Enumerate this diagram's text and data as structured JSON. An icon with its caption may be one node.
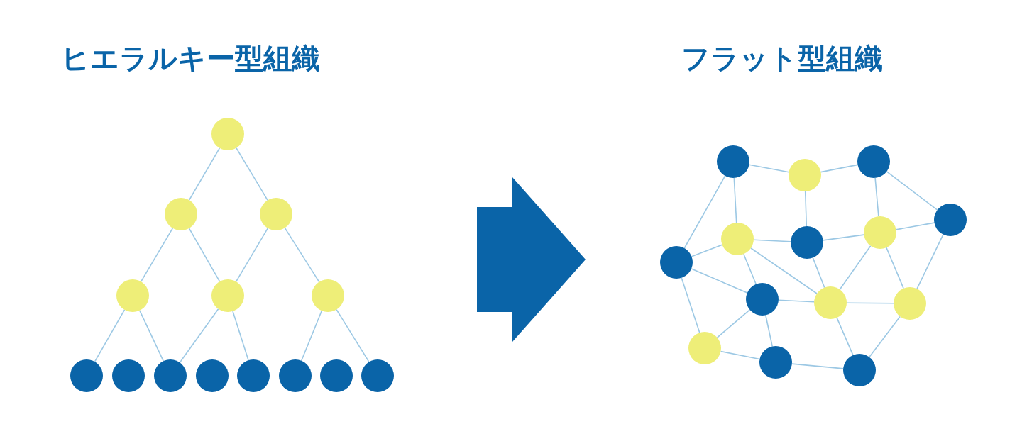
{
  "diagram": {
    "nodes": [
      {
        "text": [],
        "shape": "circle"
      },
      {
        "text": [],
        "shape": "circle"
      },
      {
        "text": [],
        "shape": "circle"
      },
      {
        "text": [],
        "shape": "circle"
      },
      {
        "text": [],
        "shape": "circle"
      },
      {
        "text": [],
        "shape": "circle"
      },
      {
        "text": [],
        "shape": "circle"
      },
      {
        "text": [],
        "shape": "circle"
      },
      {
        "text": [],
        "shape": "circle"
      },
      {
        "text": [],
        "shape": "circle"
      },
      {
        "text": [],
        "shape": "circle"
      },
      {
        "text": [],
        "shape": "circle"
      },
      {
        "text": [],
        "shape": "circle"
      },
      {
        "text": [],
        "shape": "circle"
      },
      {
        "text": [],
        "shape": "circle"
      },
      {
        "text": [],
        "shape": "circle"
      },
      {
        "text": [],
        "shape": "circle"
      },
      {
        "text": [],
        "shape": "circle"
      },
      {
        "text": [],
        "shape": "circle"
      },
      {
        "text": [],
        "shape": "circle"
      },
      {
        "text": [],
        "shape": "circle"
      },
      {
        "text": [],
        "shape": "circle"
      },
      {
        "text": [],
        "shape": "circle"
      },
      {
        "text": [],
        "shape": "circle"
      },
      {
        "text": [],
        "shape": "circle"
      },
      {
        "text": [],
        "shape": "circle"
      },
      {
        "text": [],
        "shape": "circle"
      },
      {
        "text": [],
        "shape": "circle"
      }
    ],
    "edges": [
      {
        "from": 0,
        "to": 1,
        "arrow": "none"
      },
      {
        "from": 0,
        "to": 2,
        "arrow": "none"
      },
      {
        "from": 1,
        "to": 3,
        "arrow": "none"
      },
      {
        "from": 1,
        "to": 4,
        "arrow": "none"
      },
      {
        "from": 2,
        "to": 4,
        "arrow": "none"
      },
      {
        "from": 2,
        "to": 5,
        "arrow": "none"
      },
      {
        "from": 3,
        "to": 6,
        "arrow": "none"
      },
      {
        "from": 3,
        "to": 8,
        "arrow": "none"
      },
      {
        "from": 4,
        "to": 8,
        "arrow": "none"
      },
      {
        "from": 4,
        "to": 10,
        "arrow": "none"
      },
      {
        "from": 5,
        "to": 11,
        "arrow": "none"
      },
      {
        "from": 5,
        "to": 13,
        "arrow": "none"
      },
      {
        "from": 14,
        "to": 15,
        "arrow": "none"
      },
      {
        "from": 15,
        "to": 16,
        "arrow": "none"
      },
      {
        "from": 16,
        "to": 17,
        "arrow": "none"
      },
      {
        "from": 14,
        "to": 21,
        "arrow": "none"
      },
      {
        "from": 14,
        "to": 18,
        "arrow": "none"
      },
      {
        "from": 15,
        "to": 19,
        "arrow": "none"
      },
      {
        "from": 16,
        "to": 20,
        "arrow": "none"
      },
      {
        "from": 20,
        "to": 17,
        "arrow": "none"
      },
      {
        "from": 18,
        "to": 19,
        "arrow": "none"
      },
      {
        "from": 19,
        "to": 20,
        "arrow": "none"
      },
      {
        "from": 21,
        "to": 18,
        "arrow": "none"
      },
      {
        "from": 18,
        "to": 22,
        "arrow": "none"
      },
      {
        "from": 18,
        "to": 23,
        "arrow": "none"
      },
      {
        "from": 21,
        "to": 22,
        "arrow": "none"
      },
      {
        "from": 21,
        "to": 25,
        "arrow": "none"
      },
      {
        "from": 19,
        "to": 23,
        "arrow": "none"
      },
      {
        "from": 20,
        "to": 23,
        "arrow": "none"
      },
      {
        "from": 20,
        "to": 24,
        "arrow": "none"
      },
      {
        "from": 17,
        "to": 24,
        "arrow": "none"
      },
      {
        "from": 22,
        "to": 23,
        "arrow": "none"
      },
      {
        "from": 23,
        "to": 24,
        "arrow": "none"
      },
      {
        "from": 25,
        "to": 22,
        "arrow": "none"
      },
      {
        "from": 22,
        "to": 26,
        "arrow": "none"
      },
      {
        "from": 25,
        "to": 26,
        "arrow": "none"
      },
      {
        "from": 26,
        "to": 27,
        "arrow": "none"
      },
      {
        "from": 23,
        "to": 27,
        "arrow": "none"
      },
      {
        "from": 24,
        "to": 27,
        "arrow": "none"
      }
    ],
    "labels": [
      "ヒエラルキー型組織",
      "フラット型組織"
    ]
  }
}
